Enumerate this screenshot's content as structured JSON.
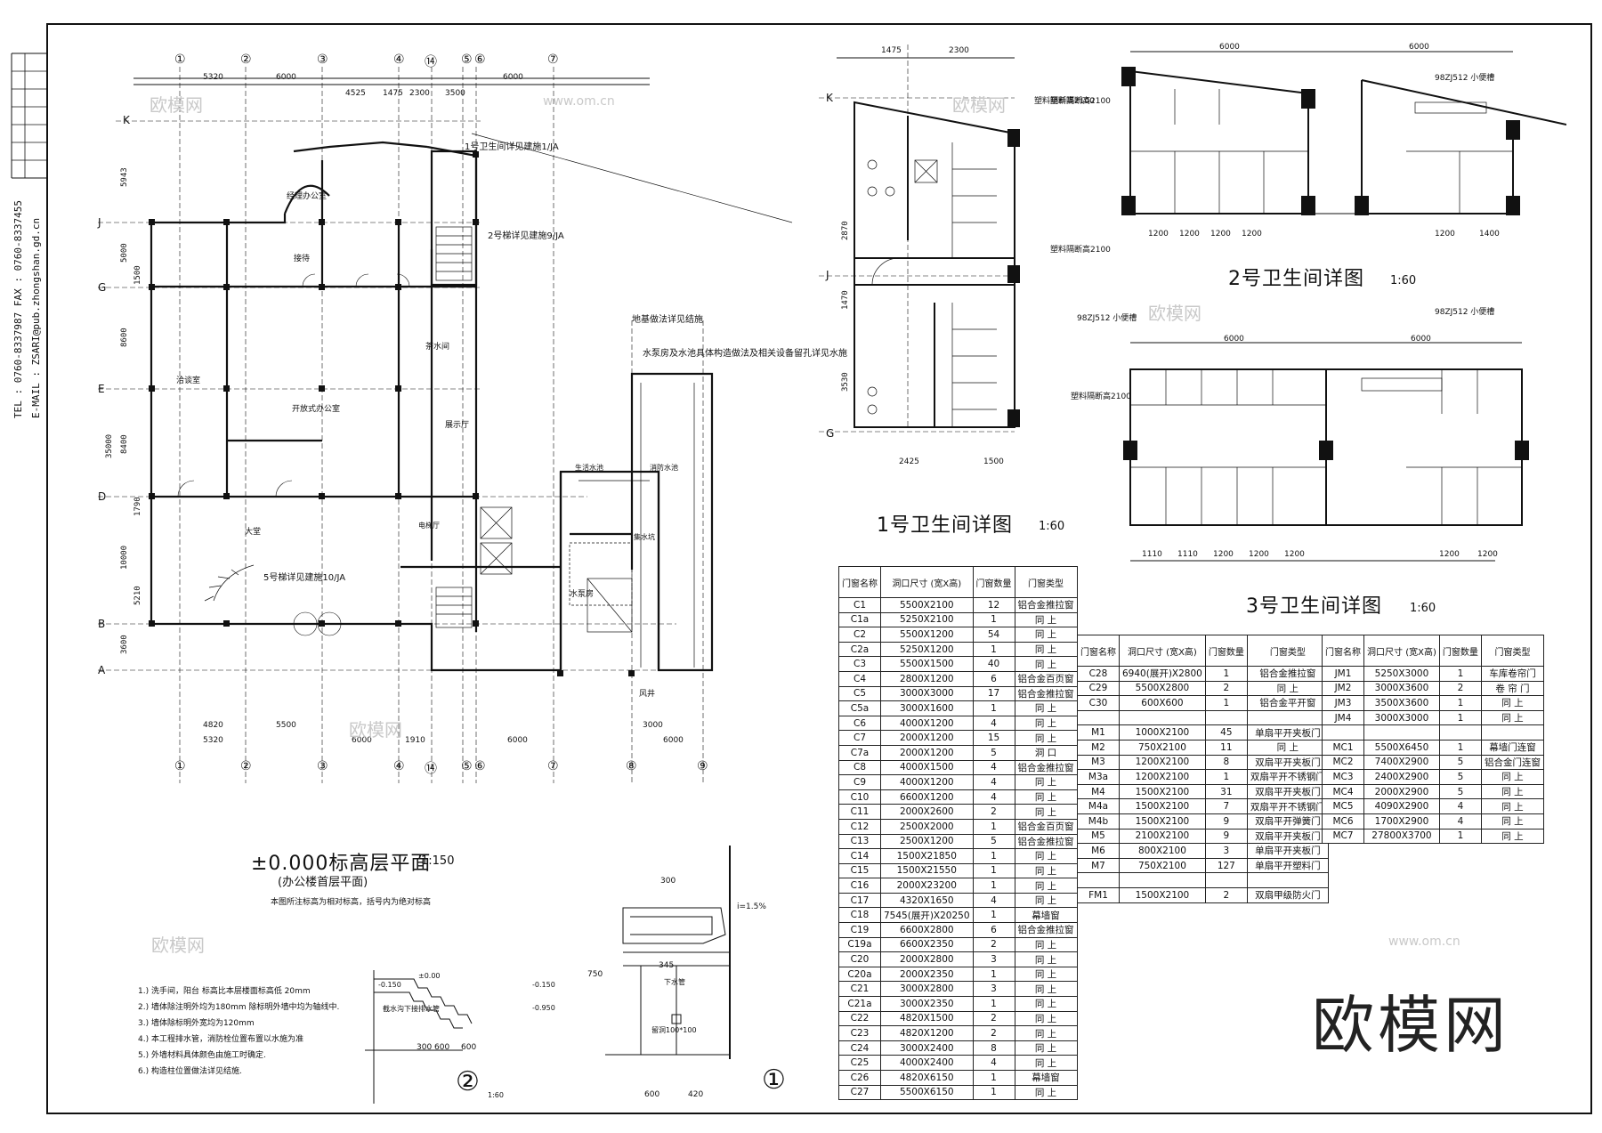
{
  "side_info": {
    "tel": "TEL : 0760-8337987   FAX : 0760-8337455",
    "email": "E-MAIL : ZSARI@pub.zhongshan.gd.cn"
  },
  "plan": {
    "title": "±0.000标高层平面",
    "scale": "1:150",
    "subtitle": "(办公楼首层平面)",
    "note": "本图所注标高为相对标高，括号内为绝对标高",
    "grid_top": [
      "①",
      "②",
      "③",
      "④",
      "⑭",
      "⑤",
      "⑥",
      "⑦"
    ],
    "grid_bottom": [
      "①",
      "②",
      "③",
      "④",
      "⑭",
      "⑤",
      "⑥",
      "⑦",
      "⑧",
      "⑨"
    ],
    "grid_rows": [
      "K",
      "J",
      "G",
      "E",
      "D",
      "B",
      "A"
    ],
    "dims_top": [
      "5320",
      "6000",
      "4525",
      "1475",
      "2300",
      "3500",
      "6000"
    ],
    "dims_bottom": [
      "4820",
      "5320",
      "5500",
      "6000",
      "1910",
      "6000",
      "3000",
      "6000"
    ],
    "left_dims": [
      "5943",
      "5000",
      "1500",
      "8600",
      "8400",
      "35000",
      "1790",
      "10000",
      "5210",
      "3600"
    ],
    "room_labels": [
      "经理办公室",
      "接待",
      "洽谈室",
      "开放式办公室",
      "展示厅",
      "茶水间",
      "大堂",
      "水泵房",
      "生活水池",
      "消防水池",
      "集水坑",
      "风井",
      "电梯厅"
    ],
    "annotations": [
      "1号卫生间详见建施1/JA",
      "2号梯详见建施9/JA",
      "5号梯详见建施10/JA",
      "地基做法详见结施",
      "水泵房及水池具体构造做法及相关设备留孔详见水施"
    ],
    "notes": [
      "1.) 洗手间，阳台 标高比本层楼面标高低 20mm",
      "2.) 墙体除注明外均为180mm 除标明外墙中均为轴线中.",
      "3.) 墙体除标明外宽均为120mm",
      "4.) 本工程排水管，消防栓位置布置以水施为准",
      "5.) 外墙材料具体颜色由施工时确定.",
      "6.) 构造柱位置做法详见结施."
    ]
  },
  "detail1": {
    "title": "1号卫生间详图",
    "scale": "1:60",
    "dims_top": [
      "1475",
      "2300"
    ],
    "dims_bottom": [
      "2425",
      "1500"
    ],
    "label_partition": "塑料隔断高2100",
    "label_urinal": "98ZJ512 小便槽",
    "rows": [
      "K",
      "J",
      "G"
    ],
    "heights": [
      "2870",
      "1470",
      "3530"
    ]
  },
  "detail2": {
    "title": "2号卫生间详图",
    "scale": "1:60",
    "dims_top": [
      "6000",
      "6000"
    ],
    "bottom_dims": [
      "1200",
      "1200",
      "1200",
      "1200",
      "1200",
      "1400"
    ],
    "label_partition": "塑料隔断高2100",
    "label_urinal": "98ZJ512 小便槽"
  },
  "detail3": {
    "title": "3号卫生间详图",
    "scale": "1:60",
    "dims_top": [
      "6000",
      "6000"
    ],
    "bottom_dims": [
      "1110",
      "1110",
      "1200",
      "1200",
      "1200",
      "1200",
      "1200"
    ],
    "label_partition": "塑料隔断高2100",
    "label_urinal": "98ZJ512 小便槽"
  },
  "schedule1": {
    "headers": [
      "门窗名称",
      "洞口尺寸 (宽X高)",
      "门窗数量",
      "门窗类型"
    ],
    "rows": [
      [
        "C1",
        "5500X2100",
        "12",
        "铝合金推拉窗"
      ],
      [
        "C1a",
        "5250X2100",
        "1",
        "同 上"
      ],
      [
        "C2",
        "5500X1200",
        "54",
        "同 上"
      ],
      [
        "C2a",
        "5250X1200",
        "1",
        "同 上"
      ],
      [
        "C3",
        "5500X1500",
        "40",
        "同 上"
      ],
      [
        "C4",
        "2800X1200",
        "6",
        "铝合金百页窗"
      ],
      [
        "C5",
        "3000X3000",
        "17",
        "铝合金推拉窗"
      ],
      [
        "C5a",
        "3000X1600",
        "1",
        "同 上"
      ],
      [
        "C6",
        "4000X1200",
        "4",
        "同 上"
      ],
      [
        "C7",
        "2000X1200",
        "15",
        "同 上"
      ],
      [
        "C7a",
        "2000X1200",
        "5",
        "洞 口"
      ],
      [
        "C8",
        "4000X1500",
        "4",
        "铝合金推拉窗"
      ],
      [
        "C9",
        "4000X1200",
        "4",
        "同 上"
      ],
      [
        "C10",
        "6600X1200",
        "4",
        "同 上"
      ],
      [
        "C11",
        "2000X2600",
        "2",
        "同 上"
      ],
      [
        "C12",
        "2500X2000",
        "1",
        "铝合金百页窗"
      ],
      [
        "C13",
        "2500X1200",
        "5",
        "铝合金推拉窗"
      ],
      [
        "C14",
        "1500X21850",
        "1",
        "同 上"
      ],
      [
        "C15",
        "1500X21550",
        "1",
        "同 上"
      ],
      [
        "C16",
        "2000X23200",
        "1",
        "同 上"
      ],
      [
        "C17",
        "4320X1650",
        "4",
        "同 上"
      ],
      [
        "C18",
        "7545(展开)X20250",
        "1",
        "幕墙窗"
      ],
      [
        "C19",
        "6600X2800",
        "6",
        "铝合金推拉窗"
      ],
      [
        "C19a",
        "6600X2350",
        "2",
        "同 上"
      ],
      [
        "C20",
        "2000X2800",
        "3",
        "同 上"
      ],
      [
        "C20a",
        "2000X2350",
        "1",
        "同 上"
      ],
      [
        "C21",
        "3000X2800",
        "3",
        "同 上"
      ],
      [
        "C21a",
        "3000X2350",
        "1",
        "同 上"
      ],
      [
        "C22",
        "4820X1500",
        "2",
        "同 上"
      ],
      [
        "C23",
        "4820X1200",
        "2",
        "同 上"
      ],
      [
        "C24",
        "3000X2400",
        "8",
        "同 上"
      ],
      [
        "C25",
        "4000X2400",
        "4",
        "同 上"
      ],
      [
        "C26",
        "4820X6150",
        "1",
        "幕墙窗"
      ],
      [
        "C27",
        "5500X6150",
        "1",
        "同 上"
      ]
    ]
  },
  "schedule2": {
    "headers": [
      "门窗名称",
      "洞口尺寸 (宽X高)",
      "门窗数量",
      "门窗类型"
    ],
    "rows": [
      [
        "C28",
        "6940(展开)X2800",
        "1",
        "铝合金推拉窗"
      ],
      [
        "C29",
        "5500X2800",
        "2",
        "同 上"
      ],
      [
        "C30",
        "600X600",
        "1",
        "铝合金平开窗"
      ],
      [
        "",
        "",
        "",
        ""
      ],
      [
        "M1",
        "1000X2100",
        "45",
        "单扇平开夹板门"
      ],
      [
        "M2",
        "750X2100",
        "11",
        "同 上"
      ],
      [
        "M3",
        "1200X2100",
        "8",
        "双扇平开夹板门"
      ],
      [
        "M3a",
        "1200X2100",
        "1",
        "双扇平开不锈钢门"
      ],
      [
        "M4",
        "1500X2100",
        "31",
        "双扇平开夹板门"
      ],
      [
        "M4a",
        "1500X2100",
        "7",
        "双扇平开不锈钢门"
      ],
      [
        "M4b",
        "1500X2100",
        "9",
        "双扇平开弹簧门"
      ],
      [
        "M5",
        "2100X2100",
        "9",
        "双扇平开夹板门"
      ],
      [
        "M6",
        "800X2100",
        "3",
        "单扇平开夹板门"
      ],
      [
        "M7",
        "750X2100",
        "127",
        "单扇平开塑料门"
      ],
      [
        "",
        "",
        "",
        ""
      ],
      [
        "FM1",
        "1500X2100",
        "2",
        "双扇甲级防火门"
      ]
    ]
  },
  "schedule3": {
    "headers": [
      "门窗名称",
      "洞口尺寸 (宽X高)",
      "门窗数量",
      "门窗类型"
    ],
    "rows": [
      [
        "JM1",
        "5250X3000",
        "1",
        "车库卷帘门"
      ],
      [
        "JM2",
        "3000X3600",
        "2",
        "卷 帘 门"
      ],
      [
        "JM3",
        "3500X3600",
        "1",
        "同 上"
      ],
      [
        "JM4",
        "3000X3000",
        "1",
        "同 上"
      ],
      [
        "",
        "",
        "",
        ""
      ],
      [
        "MC1",
        "5500X6450",
        "1",
        "幕墙门连窗"
      ],
      [
        "MC2",
        "7400X2900",
        "5",
        "铝合金门连窗"
      ],
      [
        "MC3",
        "2400X2900",
        "5",
        "同 上"
      ],
      [
        "MC4",
        "2000X2900",
        "5",
        "同 上"
      ],
      [
        "MC5",
        "4090X2900",
        "4",
        "同 上"
      ],
      [
        "MC6",
        "1700X2900",
        "4",
        "同 上"
      ],
      [
        "MC7",
        "27800X3700",
        "1",
        "同 上"
      ]
    ]
  },
  "section1": {
    "label": "①",
    "slope": "i=1.5%",
    "dims": [
      "300",
      "420",
      "600",
      "750",
      "345"
    ],
    "drain": "留洞100*100",
    "pipe": "下水管"
  },
  "section2": {
    "label": "②",
    "scale": "1:60",
    "dims": [
      "300",
      "600",
      "600"
    ],
    "levels": [
      "±0.00",
      "-0.150",
      "-0.150",
      "-0.950"
    ],
    "note": "截水沟下接排水管"
  },
  "watermark": {
    "text": "欧模网",
    "small": "www.om.cn"
  }
}
